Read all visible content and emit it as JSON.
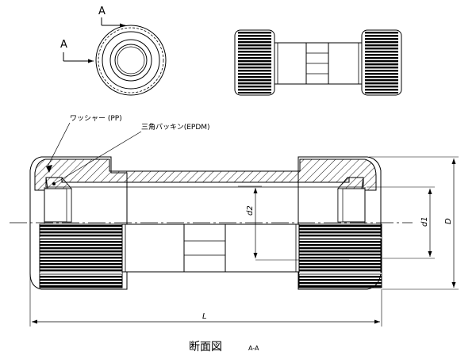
{
  "views": {
    "section_arrow_label_top": "A",
    "section_arrow_label_left": "A"
  },
  "callouts": {
    "washer": "ワッシャー (PP)",
    "packing": "三角パッキン(EPDM)"
  },
  "dimensions": {
    "inner_diameter": "d2",
    "outer_diameter": "d1",
    "overall_diameter": "D",
    "length": "L"
  },
  "caption": {
    "title": "断面図",
    "section": "A-A"
  }
}
